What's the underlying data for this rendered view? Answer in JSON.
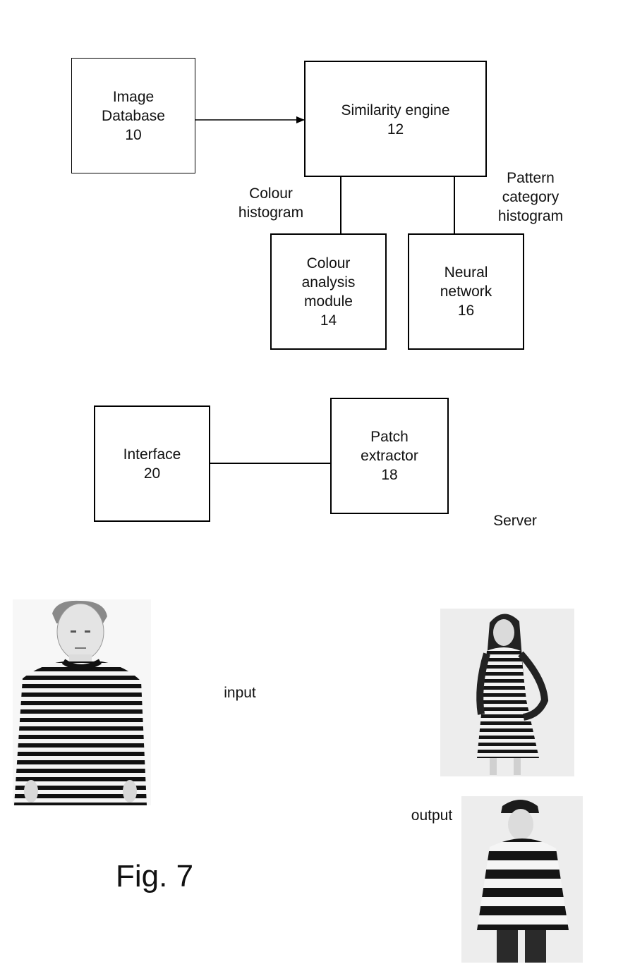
{
  "boxes": {
    "image_database": [
      "Image",
      "Database",
      "10"
    ],
    "similarity_engine": [
      "Similarity engine",
      "12"
    ],
    "colour_analysis": [
      "Colour",
      "analysis",
      "module",
      "14"
    ],
    "neural_network": [
      "Neural",
      "network",
      "16"
    ],
    "interface": [
      "Interface",
      "20"
    ],
    "patch_extractor": [
      "Patch",
      "extractor",
      "18"
    ]
  },
  "labels": {
    "colour_histogram": [
      "Colour",
      "histogram"
    ],
    "pattern_histogram": [
      "Pattern",
      "category",
      "histogram"
    ],
    "server": "Server",
    "input": "input",
    "output": "output"
  },
  "figure_caption": "Fig. 7"
}
